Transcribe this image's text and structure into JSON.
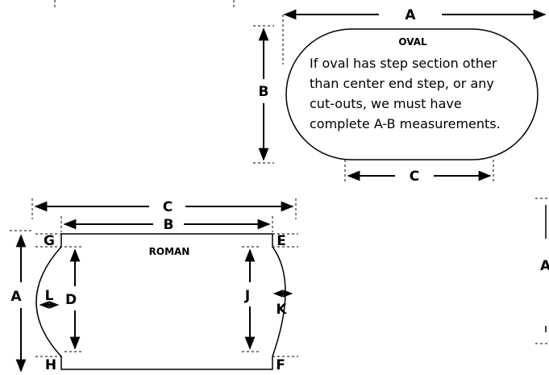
{
  "oval": {
    "title": "OVAL",
    "note_lines": [
      "If oval has step section other",
      "than center end step, or any",
      "cut-outs, we must have",
      "complete A-B measurements."
    ],
    "dim_a": "A",
    "dim_b": "B",
    "dim_c": "C"
  },
  "roman": {
    "title": "ROMAN",
    "dim_a": "A",
    "dim_b": "B",
    "dim_c": "C",
    "dim_d": "D",
    "dim_e": "E",
    "dim_f": "F",
    "dim_g": "G",
    "dim_h": "H",
    "dim_j": "J",
    "dim_k": "K",
    "dim_l": "L"
  },
  "partial_right": {
    "label_fragment": "A"
  }
}
